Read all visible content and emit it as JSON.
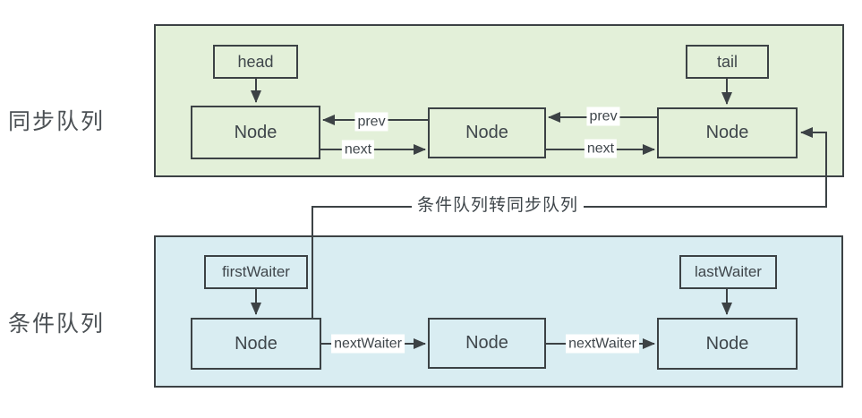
{
  "colors": {
    "sync_fill": "#e3f0d9",
    "cond_fill": "#d9edf2",
    "stroke": "#3c4245",
    "text_dark": "#3f464b",
    "side_text": "#4b5054",
    "label_bg": "#ffffff",
    "page_bg": "#ffffff"
  },
  "sync_queue": {
    "side_label": "同步队列",
    "pointer_boxes": [
      {
        "label": "head"
      },
      {
        "label": "tail"
      }
    ],
    "nodes": [
      {
        "label": "Node"
      },
      {
        "label": "Node"
      },
      {
        "label": "Node"
      }
    ],
    "arrow_labels": [
      {
        "text": "prev"
      },
      {
        "text": "next"
      },
      {
        "text": "prev"
      },
      {
        "text": "next"
      }
    ]
  },
  "condition_queue": {
    "side_label": "条件队列",
    "pointer_boxes": [
      {
        "label": "firstWaiter"
      },
      {
        "label": "lastWaiter"
      }
    ],
    "nodes": [
      {
        "label": "Node"
      },
      {
        "label": "Node"
      },
      {
        "label": "Node"
      }
    ],
    "arrow_labels": [
      {
        "text": "nextWaiter"
      },
      {
        "text": "nextWaiter"
      }
    ]
  },
  "transfer_arrow": {
    "label": "条件队列转同步队列"
  }
}
